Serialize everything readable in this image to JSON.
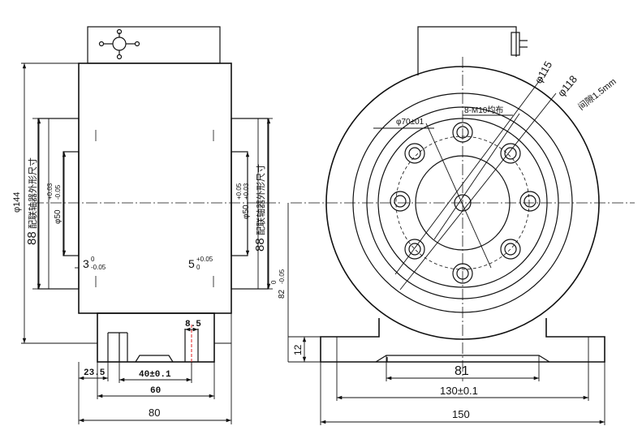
{
  "left_view": {
    "dim_total_width": "80",
    "dim_width_60": "60",
    "dim_40": "40±0.1",
    "dim_23_5": "23.5",
    "dim_8_5": "8.5",
    "dim_phi144": "φ144",
    "dim_88_left": "88",
    "coupling_note_left": "配联轴器外形尺寸",
    "dim_phi50_left": "φ50",
    "tol_phi50_left_upper": "+0.03",
    "tol_phi50_left_lower": "-0.05",
    "dim_3": "3",
    "tol_3_upper": "0",
    "tol_3_lower": "-0.05",
    "dim_5": "5",
    "tol_5_upper": "+0.05",
    "tol_5_lower": "0",
    "dim_88_right": "88",
    "coupling_note_right": "配联轴器外形尺寸",
    "dim_phi50_right": "φ50",
    "tol_phi50_right_upper": "+0.05",
    "tol_phi50_right_lower": "+0.03",
    "dim_82_value": "82",
    "dim_82_tol_upper": "0",
    "dim_82_tol_lower": "-0.05"
  },
  "right_view": {
    "dim_total_width": "150",
    "dim_130": "130±0.1",
    "dim_81": "81",
    "dim_12": "12",
    "dim_phi115": "φ115",
    "dim_phi118": "φ118",
    "gap_note": "间隙1.5mm",
    "holes_note": "8-M10均布",
    "dim_phi70": "φ70±01"
  }
}
